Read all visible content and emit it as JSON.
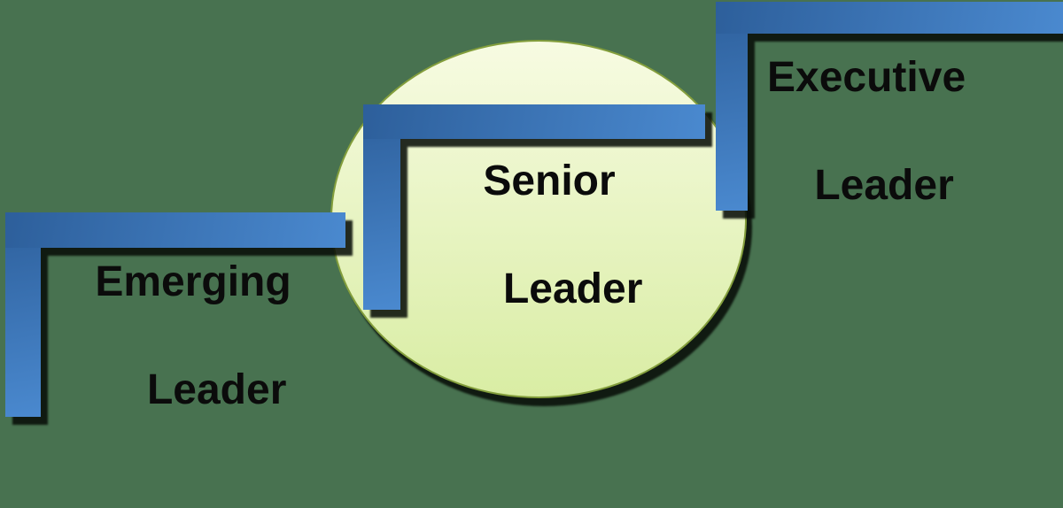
{
  "diagram": {
    "type": "leadership-progression-steps",
    "stages": [
      {
        "id": "emerging",
        "line1": "Emerging",
        "line2": "Leader"
      },
      {
        "id": "senior",
        "line1": "Senior",
        "line2": "Leader"
      },
      {
        "id": "executive",
        "line1": "Executive",
        "line2": "Leader"
      }
    ],
    "colors": {
      "bg": "#487250",
      "step_dark": "#2d5f9b",
      "step_light": "#4a89cf",
      "ellipse_top": "#f7fbe2",
      "ellipse_bottom": "#d9eda4",
      "ellipse_border": "#839e3c",
      "shadow_color": "rgba(8,14,8,0.88)",
      "text_color": "#0b0b0b"
    }
  }
}
